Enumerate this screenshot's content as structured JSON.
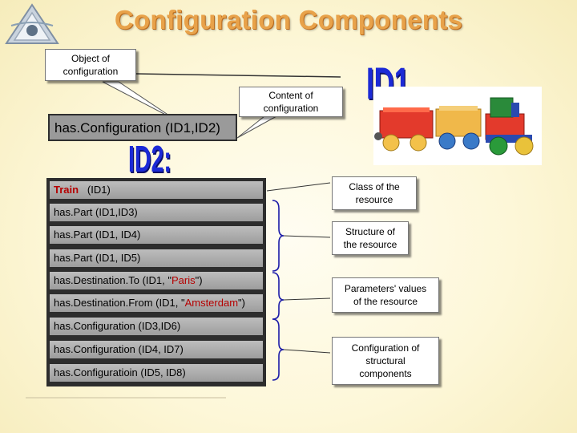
{
  "title": "Configuration Components",
  "callouts": {
    "object": "Object of configuration",
    "content": "Content of configuration",
    "class": "Class of the resource",
    "structure": "Structure of the resource",
    "params": "Parameters' values of the resource",
    "configcomp": "Configuration of structural components"
  },
  "has_configuration": {
    "prefix": "has.Configuration",
    "args": " (ID1,ID2)"
  },
  "id1_label": "ID1",
  "id2_label": "ID2:",
  "rows": {
    "r0": {
      "text": "Train",
      "rest": "   (ID1)"
    },
    "r1": "has.Part (ID1,ID3)",
    "r2": "has.Part  (ID1, ID4)",
    "r3": "has.Part  (ID1, ID5)",
    "r4": {
      "pre": "has.Destination.To (ID1, \"",
      "red": "Paris",
      "post": "\")"
    },
    "r5": {
      "pre": "has.Destination.From (ID1, \"",
      "red": "Amsterdam",
      "post": "\")"
    },
    "r6": "has.Configuration (ID3,ID6)",
    "r7": "has.Configuration  (ID4, ID7)",
    "r8": "has.Configuratioin  (ID5, ID8)"
  }
}
